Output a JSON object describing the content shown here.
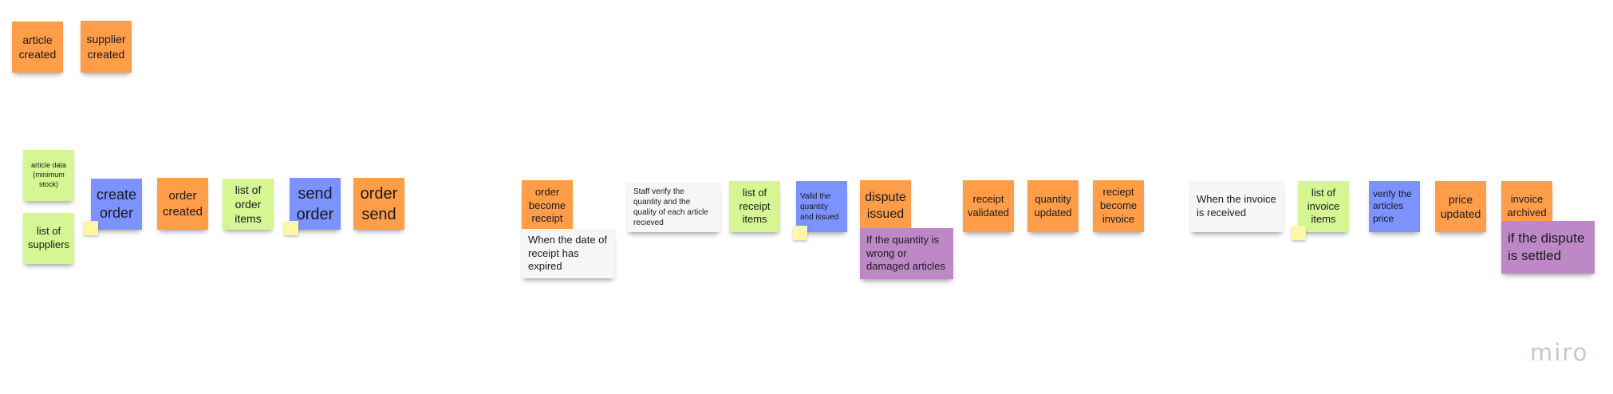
{
  "notes": {
    "article_created": "article created",
    "supplier_created": "supplier created",
    "article_data": "article data (minimum stock)",
    "list_of_suppliers": "list of suppliers",
    "create_order": "create order",
    "order_created": "order created",
    "list_of_order_items": "list of order items",
    "send_order": "send order",
    "order_send": "order send",
    "order_become_receipt": "order become receipt",
    "date_receipt_expired": "When the date of receipt has expired",
    "staff_verify": "Staff verify the quantity and the quality of each article recieved",
    "list_of_receipt_items": "list of receipt items",
    "valid_quantity_issued": "Valid the quantity and issued",
    "dispute_issued": "dispute issued",
    "quantity_wrong_damaged": "If the quantity is wrong or damaged articles",
    "receipt_validated": "receipt validated",
    "quantity_updated": "quantity updated",
    "reciept_become_invoice": "reciept become invoice",
    "invoice_received": "When the invoice is received",
    "list_of_invoice_items": "list of invoice items",
    "verify_articles_price": "verify the articles price",
    "price_updated": "price updated",
    "invoice_archived": "invoice archived",
    "dispute_settled": "if the dispute is settled"
  },
  "colors": {
    "event": "#ff9d48",
    "read_model": "#d5f692",
    "command": "#7b92ff",
    "policy": "#f5f6f8",
    "hotspot": "#be88c7",
    "actor": "#fff9b1"
  },
  "branding": {
    "logo": "miro"
  }
}
